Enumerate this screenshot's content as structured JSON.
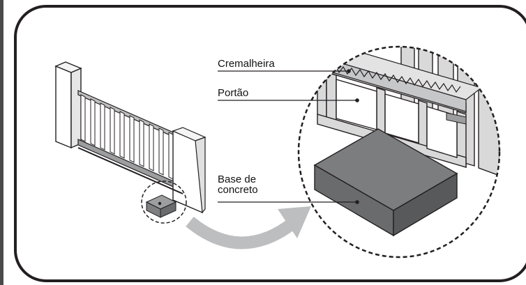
{
  "labels": {
    "rack": "Cremalheira",
    "gate": "Portão",
    "base_line1": "Base de",
    "base_line2": "concreto"
  },
  "colors": {
    "frame": "#231f20",
    "concrete_top": "#7c7d7f",
    "concrete_front": "#6a6b6d",
    "concrete_side": "#58595b",
    "wall": "#d9d9da",
    "arrow": "#bdbec0",
    "left_strip": "#4a4a4a"
  },
  "icons": [
    "gate-illustration",
    "concrete-base-illustration",
    "zoom-arrow",
    "detail-circle"
  ]
}
